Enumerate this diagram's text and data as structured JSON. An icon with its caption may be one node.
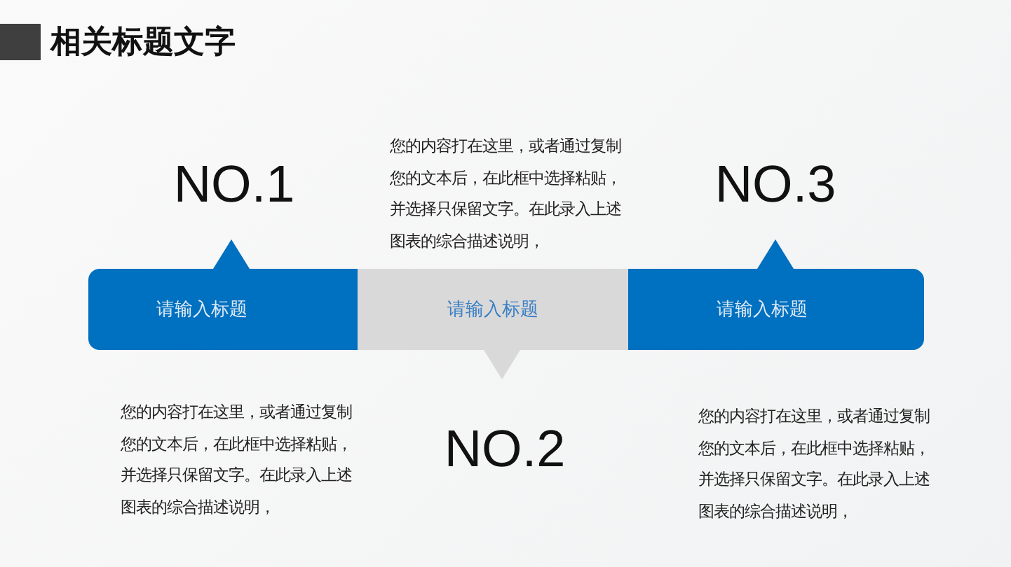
{
  "diagram": {
    "title": "相关标题文字",
    "nodes": [
      {
        "text": [
          "请输入标题"
        ],
        "beside": [
          "NO.1",
          "您的内容打在这里，或者通过复制您的文本后，在此框中选择粘贴，并选择只保留文字。在此录入上述图表的综合描述说明，"
        ]
      },
      {
        "text": [
          "请输入标题"
        ],
        "beside": [
          "NO.2",
          "您的内容打在这里，或者通过复制您的文本后，在此框中选择粘贴，并选择只保留文字。在此录入上述图表的综合描述说明，"
        ]
      },
      {
        "text": [
          "请输入标题"
        ],
        "beside": [
          "NO.3",
          "您的内容打在这里，或者通过复制您的文本后，在此框中选择粘贴，并选择只保留文字。在此录入上述图表的综合描述说明，"
        ]
      }
    ]
  }
}
